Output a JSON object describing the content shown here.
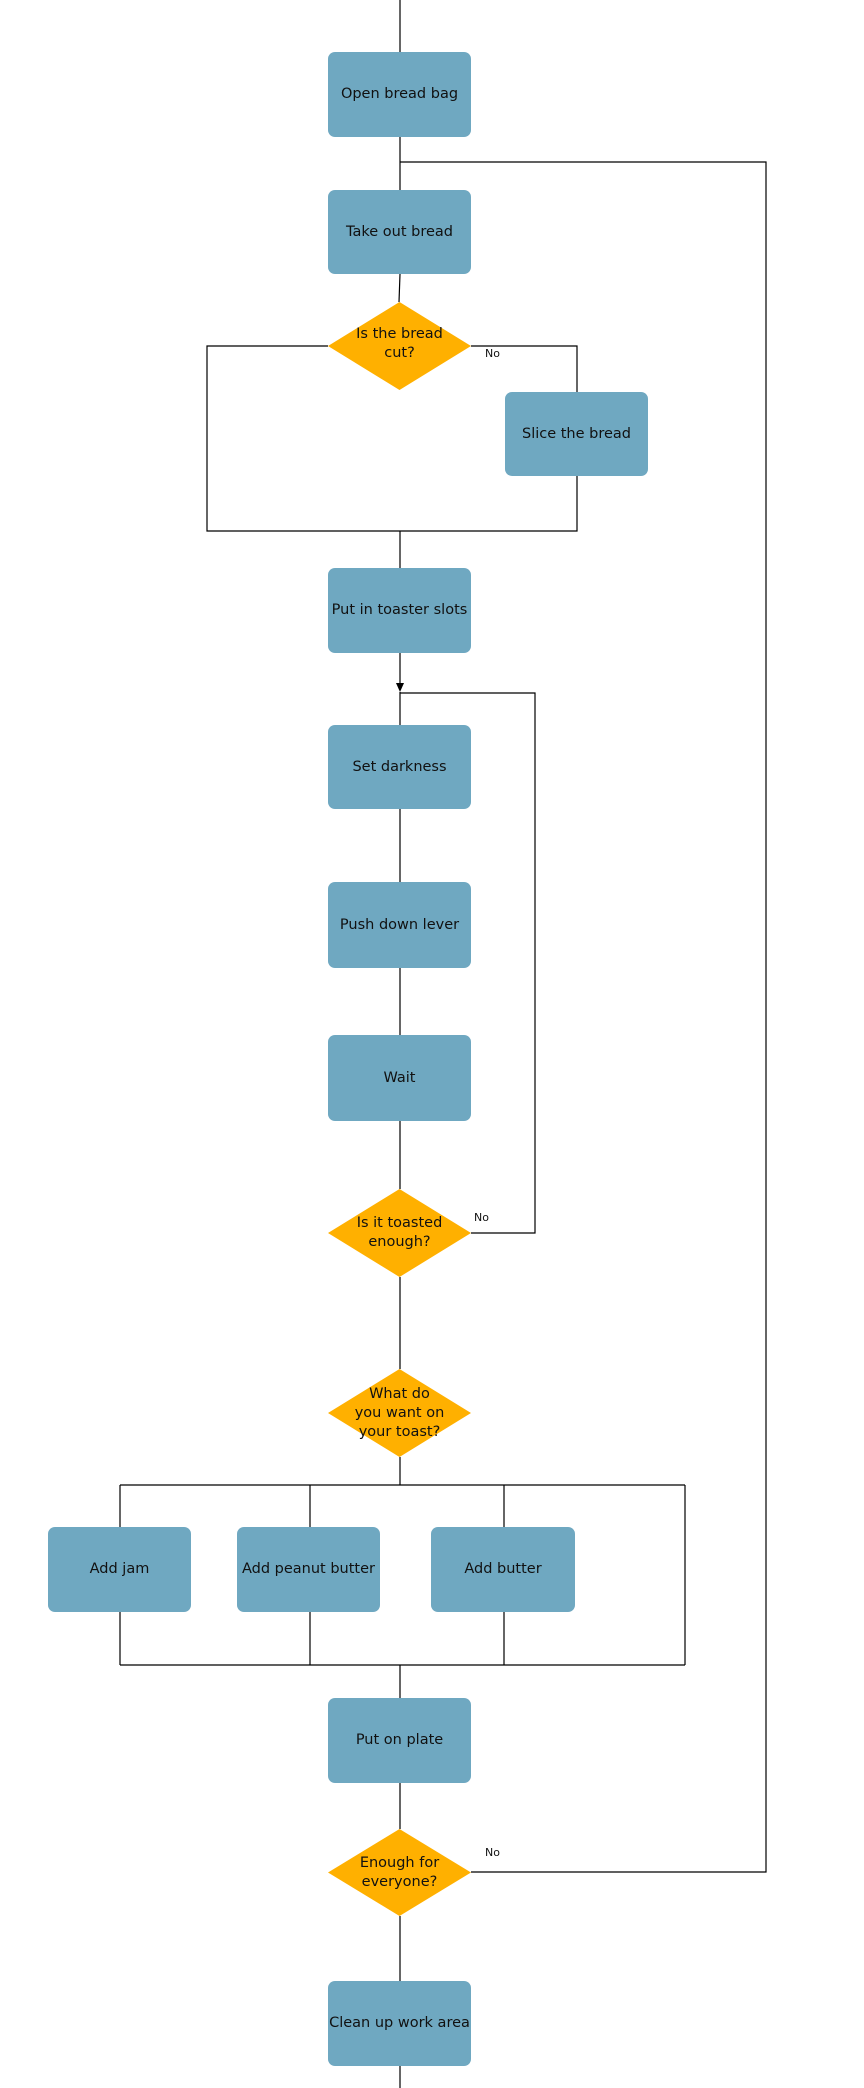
{
  "colors": {
    "process": "#6FA8C1",
    "decision": "#FFB000",
    "line": "#000000"
  },
  "steps": {
    "open_bread_bag": "Open bread bag",
    "take_out_bread": "Take out bread",
    "slice_the_bread": "Slice the bread",
    "put_in_toaster_slots": "Put in toaster slots",
    "set_darkness": "Set darkness",
    "push_down_lever": "Push down lever",
    "wait": "Wait",
    "add_jam": "Add jam",
    "add_peanut_butter": "Add peanut butter",
    "add_butter": "Add butter",
    "put_on_plate": "Put on plate",
    "clean_up_work_area": "Clean up work area"
  },
  "decisions": {
    "is_bread_cut": "Is the bread cut?",
    "is_toasted_enough": "Is it toasted enough?",
    "what_on_toast": "What do you want on your toast?",
    "enough_for_everyone": "Enough for everyone?"
  },
  "branch_labels": {
    "bread_cut_no": "No",
    "toasted_no": "No",
    "enough_no": "No"
  }
}
